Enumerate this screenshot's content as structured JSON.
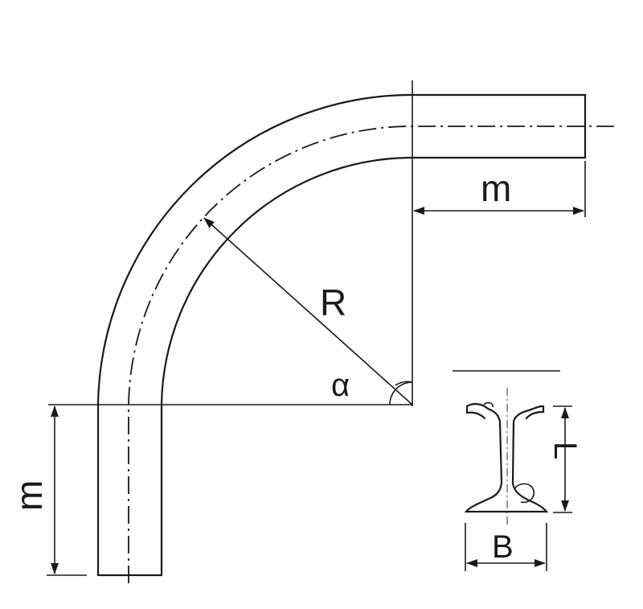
{
  "labels": {
    "straight_length_top": "m",
    "straight_length_left": "m",
    "radius": "R",
    "angle": "α",
    "rail_height": "L",
    "rail_base_width": "B"
  }
}
